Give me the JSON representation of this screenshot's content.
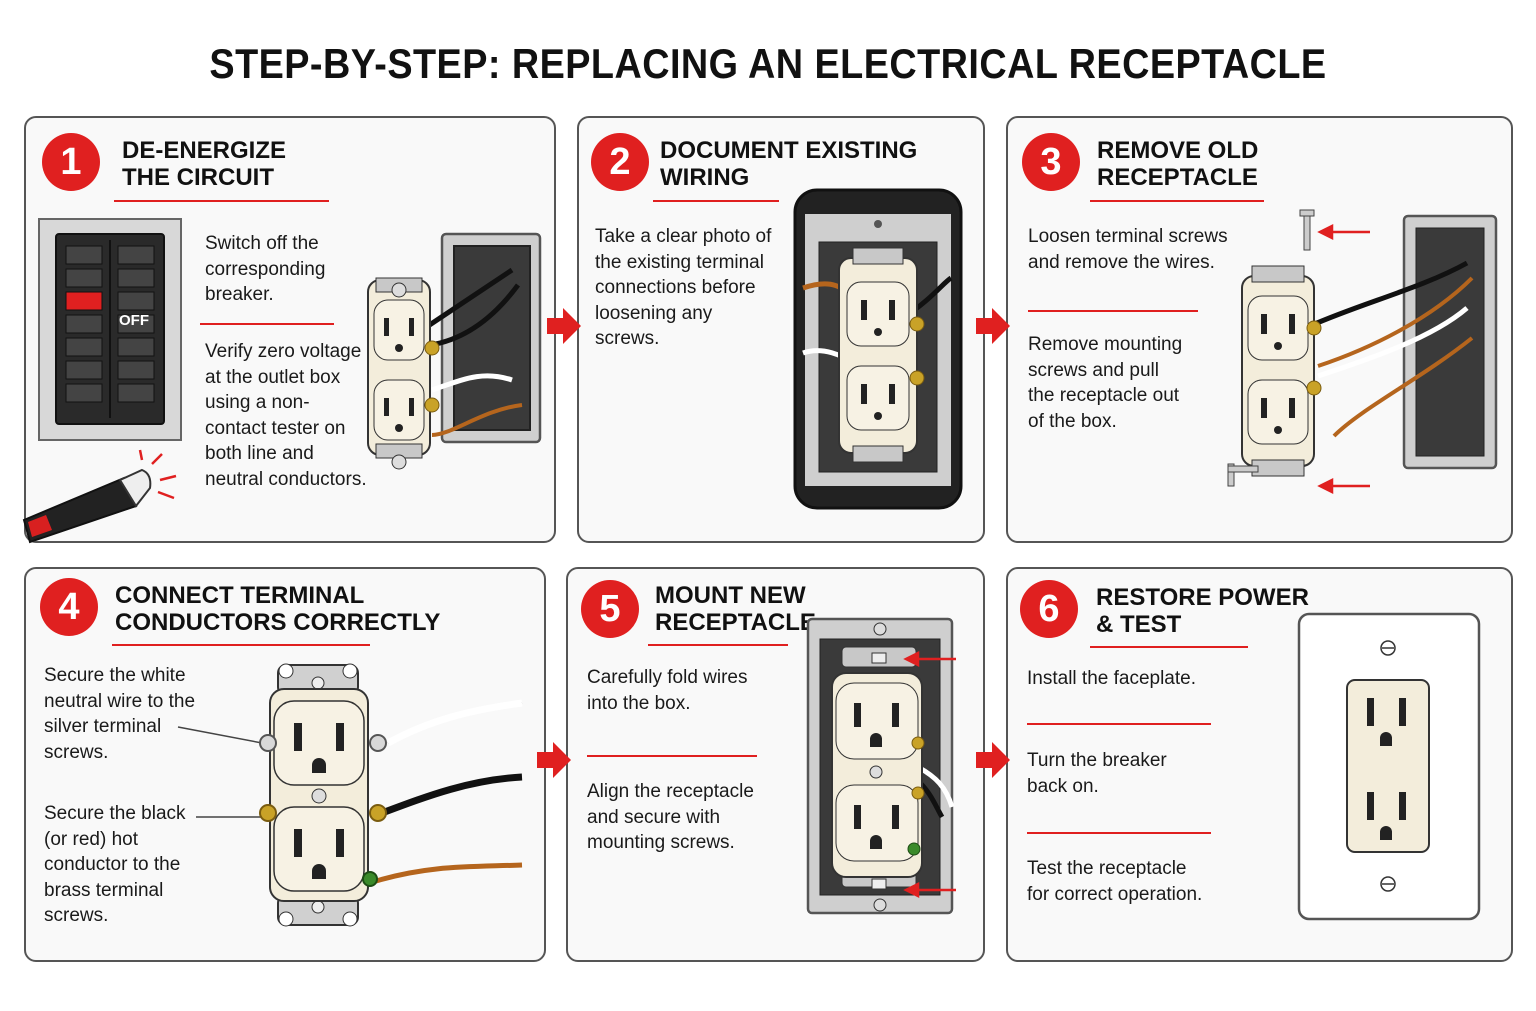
{
  "title": "STEP-BY-STEP: REPLACING AN ELECTRICAL RECEPTACLE",
  "colors": {
    "accent": "#e02020",
    "border": "#555555",
    "panel_bg": "#f9f9f9"
  },
  "steps": [
    {
      "number": "1",
      "title_line1": "DE-ENERGIZE",
      "title_line2": "THE CIRCUIT",
      "text1": "Switch off the corresponding breaker.",
      "text2": "Verify zero voltage at the outlet box using a non-contact tester on both line and neutral conductors.",
      "breaker_label": "OFF"
    },
    {
      "number": "2",
      "title_line1": "DOCUMENT EXISTING",
      "title_line2": "WIRING",
      "text1": "Take a clear photo of the existing terminal connections before loosening any screws."
    },
    {
      "number": "3",
      "title_line1": "REMOVE OLD",
      "title_line2": "RECEPTACLE",
      "text1": "Loosen terminal screws and remove the wires.",
      "text2": "Remove mounting screws and pull the receptacle out of the box."
    },
    {
      "number": "4",
      "title_line1": "CONNECT TERMINAL",
      "title_line2": "CONDUCTORS CORRECTLY",
      "text1": "Secure the white neutral wire to the silver terminal screws.",
      "text2": "Secure the black (or red) hot conductor to the brass terminal screws."
    },
    {
      "number": "5",
      "title_line1": "MOUNT NEW",
      "title_line2": "RECEPTACLE",
      "text1": "Carefully fold wires into the box.",
      "text2": "Align the receptacle and secure with mounting screws."
    },
    {
      "number": "6",
      "title_line1": "RESTORE POWER",
      "title_line2": "& TEST",
      "text1": "Install the faceplate.",
      "text2": "Turn the breaker back on.",
      "text3": "Test the receptacle for correct operation."
    }
  ]
}
